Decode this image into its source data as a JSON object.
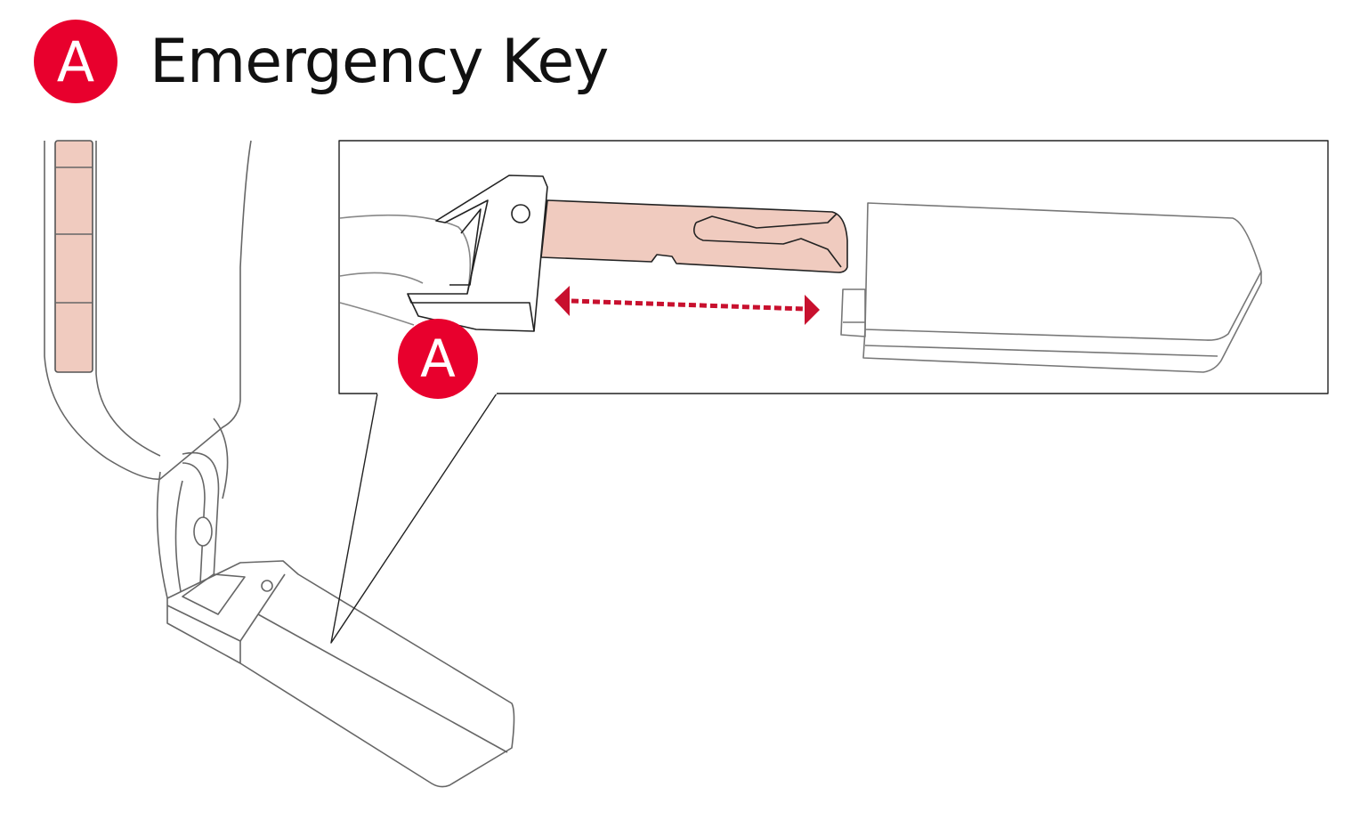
{
  "header": {
    "badge_letter": "A",
    "title": "Emergency Key"
  },
  "inset": {
    "badge_letter": "A"
  },
  "colors": {
    "badge": "#e8002d",
    "key_blade": "#f0cbbf",
    "arrow": "#c8102e",
    "outline": "#555555"
  }
}
